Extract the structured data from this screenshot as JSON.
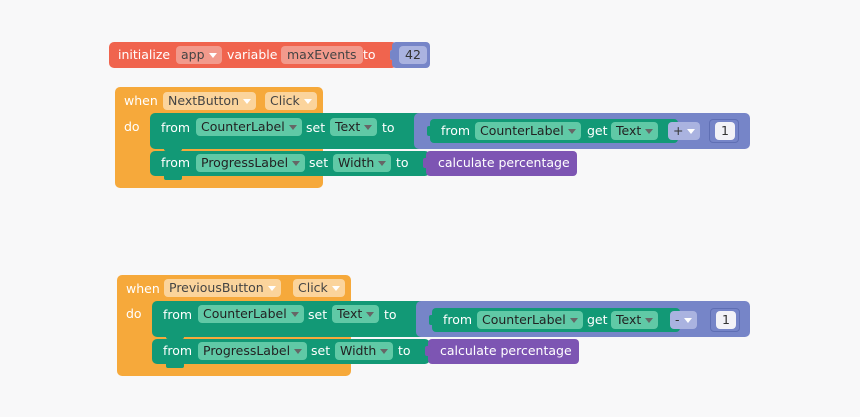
{
  "colors": {
    "variable": "#f0644e",
    "variable_field": "#f29a8c",
    "event": "#f6a93b",
    "event_field": "#fbd49c",
    "setter": "#129976",
    "setter_field": "#60c9a6",
    "math": "#7685c8",
    "math_field": "#aab3e0",
    "procedure": "#7d55b3"
  },
  "global_var": {
    "initialize": "initialize",
    "scope": "app",
    "variable": "variable",
    "name": "maxEvents",
    "to": "to",
    "value": "42"
  },
  "next_event": {
    "when": "when",
    "component": "NextButton",
    "event": "Click",
    "do": "do",
    "set1": {
      "from": "from",
      "component": "CounterLabel",
      "set": "set",
      "property": "Text",
      "to": "to",
      "get_from": "from",
      "get_component": "CounterLabel",
      "get": "get",
      "get_property": "Text",
      "operator": "+",
      "operand": "1"
    },
    "set2": {
      "from": "from",
      "component": "ProgressLabel",
      "set": "set",
      "property": "Width",
      "to": "to",
      "call": "calculate percentage"
    }
  },
  "prev_event": {
    "when": "when",
    "component": "PreviousButton",
    "event": "Click",
    "do": "do",
    "set1": {
      "from": "from",
      "component": "CounterLabel",
      "set": "set",
      "property": "Text",
      "to": "to",
      "get_from": "from",
      "get_component": "CounterLabel",
      "get": "get",
      "get_property": "Text",
      "operator": "-",
      "operand": "1"
    },
    "set2": {
      "from": "from",
      "component": "ProgressLabel",
      "set": "set",
      "property": "Width",
      "to": "to",
      "call": "calculate percentage"
    }
  }
}
